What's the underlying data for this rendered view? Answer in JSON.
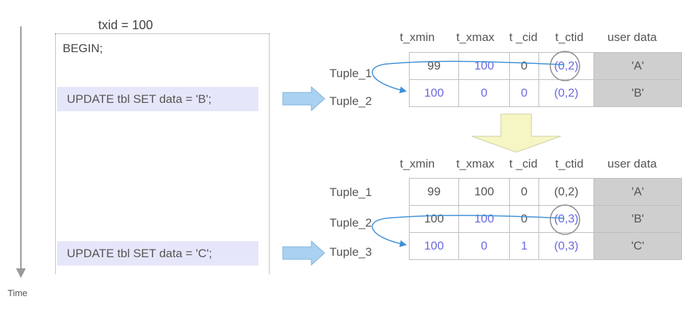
{
  "time_label": "Time",
  "transaction": {
    "txid_label": "txid = 100",
    "begin": "BEGIN;",
    "statements": [
      "UPDATE tbl SET data = 'B';",
      "UPDATE tbl SET data = 'C';"
    ]
  },
  "columns": [
    "t_xmin",
    "t_xmax",
    "t _cid",
    "t_ctid",
    "user data"
  ],
  "before": {
    "tuple_labels": [
      "Tuple_1",
      "Tuple_2"
    ],
    "rows": [
      {
        "cells": [
          "99",
          "100",
          "0",
          "(0,2)",
          "'A'"
        ]
      },
      {
        "cells": [
          "100",
          "0",
          "0",
          "(0,2)",
          "'B'"
        ]
      }
    ]
  },
  "after": {
    "tuple_labels": [
      "Tuple_1",
      "Tuple_2",
      "Tuple_3"
    ],
    "rows": [
      {
        "cells": [
          "99",
          "100",
          "0",
          "(0,2)",
          "'A'"
        ]
      },
      {
        "cells": [
          "100",
          "100",
          "0",
          "(0,3)",
          "'B'"
        ]
      },
      {
        "cells": [
          "100",
          "0",
          "1",
          "(0,3)",
          "'C'"
        ]
      }
    ]
  },
  "colors": {
    "value_dark": "#555555",
    "value_blue": "#6a6ae0",
    "statement_bg": "#e5e6fa",
    "arrow_blue": "#a9d2f0",
    "arrow_yellow": "#f6f6c4",
    "user_data_bg": "#cfcfcf",
    "pointer_line": "#3d8fd6"
  }
}
